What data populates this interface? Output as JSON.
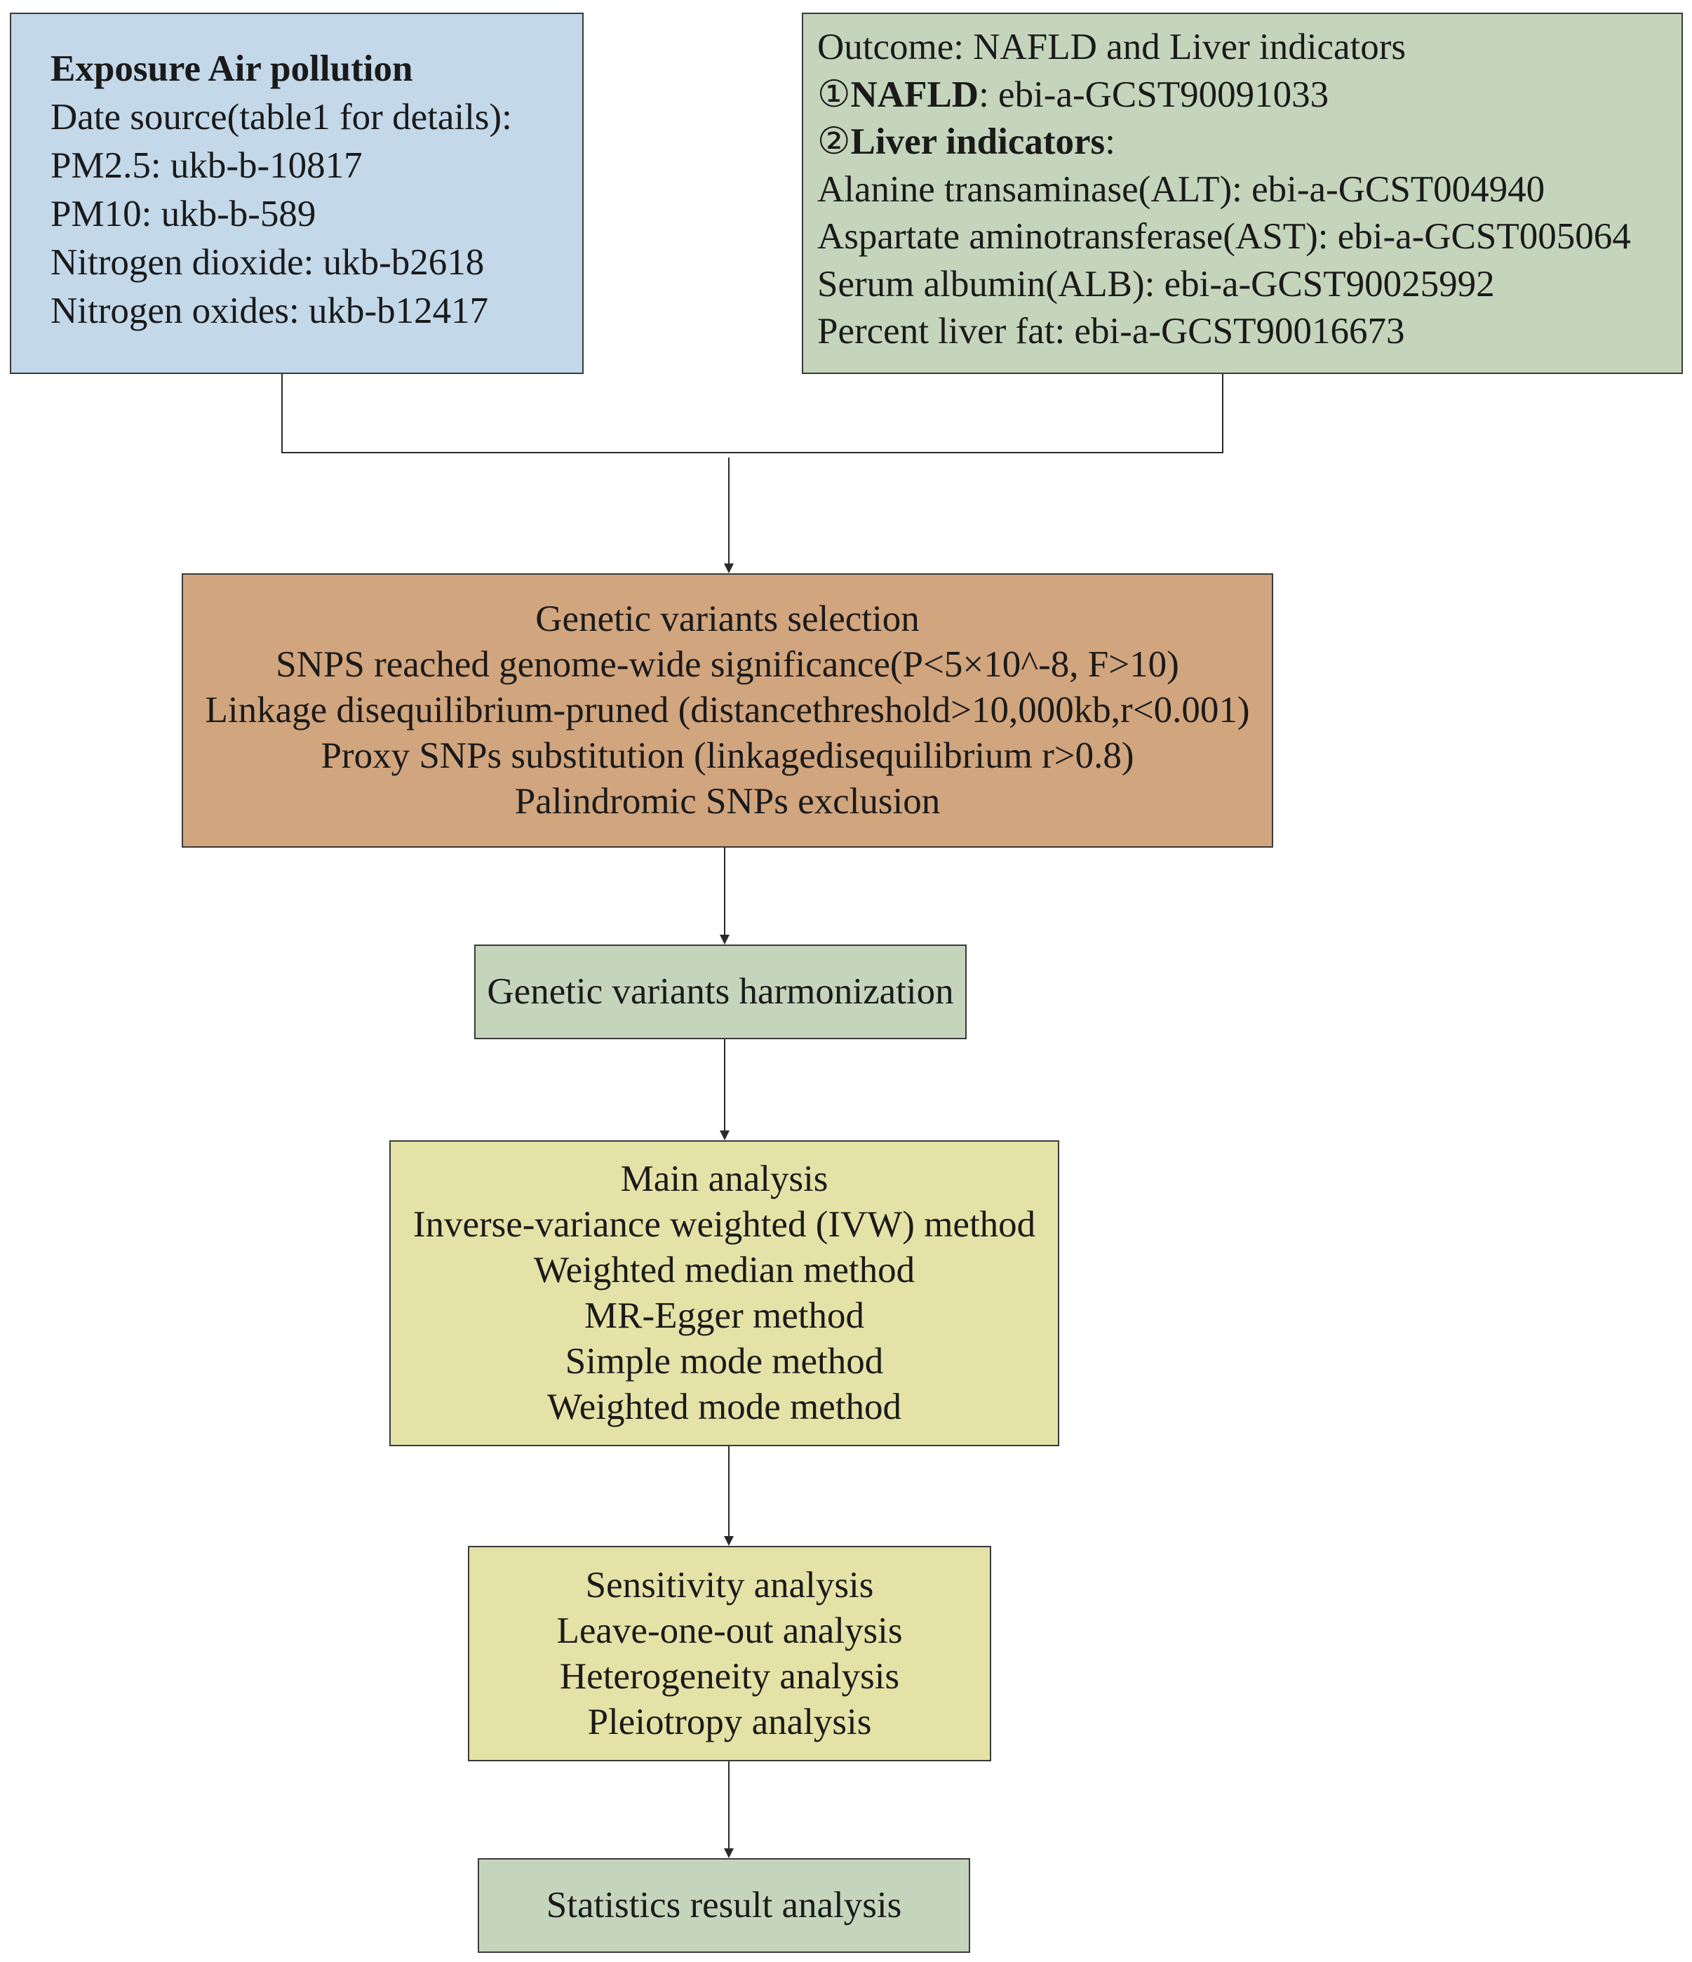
{
  "exposure": {
    "title": "Exposure Air pollution",
    "lines": [
      "Date source(table1 for details):",
      "PM2.5: ukb-b-10817",
      "PM10: ukb-b-589",
      "Nitrogen dioxide: ukb-b2618",
      "Nitrogen oxides: ukb-b12417"
    ]
  },
  "outcome": {
    "title": "Outcome: NAFLD and Liver indicators",
    "nafld": {
      "marker": "①",
      "label": "NAFLD",
      "value": ": ebi-a-GCST90091033"
    },
    "liver": {
      "marker": "②",
      "label": "Liver indicators",
      "value": ":"
    },
    "lines": [
      "Alanine transaminase(ALT): ebi-a-GCST004940",
      "Aspartate aminotransferase(AST): ebi-a-GCST005064",
      "Serum albumin(ALB): ebi-a-GCST90025992",
      "Percent liver fat: ebi-a-GCST90016673"
    ]
  },
  "selection": {
    "lines": [
      "Genetic variants selection",
      "SNPS reached genome-wide significance(P<5×10^-8, F>10)",
      "Linkage disequilibrium-pruned (distancethreshold>10,000kb,r<0.001)",
      "Proxy SNPs substitution (linkagedisequilibrium r>0.8)",
      "Palindromic SNPs exclusion"
    ]
  },
  "harmonization": {
    "label": "Genetic variants harmonization"
  },
  "main_analysis": {
    "lines": [
      "Main analysis",
      "Inverse-variance weighted (IVW) method",
      "Weighted median method",
      "MR-Egger method",
      "Simple mode method",
      "Weighted mode method"
    ]
  },
  "sensitivity": {
    "lines": [
      "Sensitivity analysis",
      "Leave-one-out analysis",
      "Heterogeneity analysis",
      "Pleiotropy analysis"
    ]
  },
  "statistics": {
    "label": "Statistics result analysis"
  },
  "colors": {
    "exposure_fill": "#c3d8e9",
    "outcome_fill": "#c4d5bc",
    "selection_fill": "#d1a57e",
    "analysis_fill": "#e5e2a7",
    "line": "#2a2a2a"
  }
}
